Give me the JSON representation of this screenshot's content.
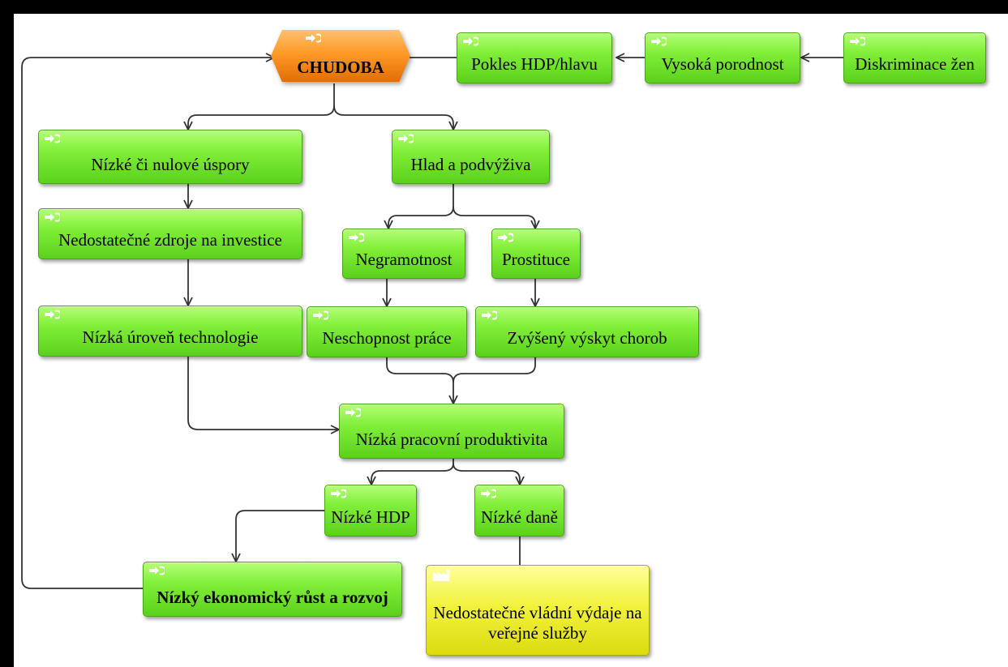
{
  "diagram": {
    "root": {
      "label": "CHUDOBA",
      "icon": "arrow-cycle-icon"
    },
    "nodes": [
      {
        "id": "pokles-hdp",
        "label": "Pokles HDP/hlavu",
        "icon": "arrow-cycle-icon"
      },
      {
        "id": "vysoka-porodnost",
        "label": "Vysoká porodnost",
        "icon": "arrow-cycle-icon"
      },
      {
        "id": "diskriminace-zen",
        "label": "Diskriminace žen",
        "icon": "arrow-cycle-icon"
      },
      {
        "id": "nizke-uspory",
        "label": "Nízké či nulové úspory",
        "icon": "arrow-cycle-icon"
      },
      {
        "id": "hlad",
        "label": "Hlad a podvýživa",
        "icon": "arrow-cycle-icon"
      },
      {
        "id": "nedostatecne-zdroje",
        "label": "Nedostatečné zdroje na investice",
        "icon": "arrow-cycle-icon"
      },
      {
        "id": "negramotnost",
        "label": "Negramotnost",
        "icon": "arrow-cycle-icon"
      },
      {
        "id": "prostituce",
        "label": "Prostituce",
        "icon": "arrow-cycle-icon"
      },
      {
        "id": "nizka-uroven",
        "label": "Nízká úroveň technologie",
        "icon": "arrow-cycle-icon"
      },
      {
        "id": "neschopnost",
        "label": "Neschopnost práce",
        "icon": "arrow-cycle-icon"
      },
      {
        "id": "choroby",
        "label": "Zvýšený výskyt chorob",
        "icon": "arrow-cycle-icon"
      },
      {
        "id": "produktivita",
        "label": "Nízká pracovní produktivita",
        "icon": "arrow-cycle-icon"
      },
      {
        "id": "nizke-hdp",
        "label": "Nízké HDP",
        "icon": "arrow-cycle-icon"
      },
      {
        "id": "nizke-dane",
        "label": "Nízké daně",
        "icon": "arrow-cycle-icon"
      },
      {
        "id": "ekonomicky-rust",
        "label": "Nízký ekonomický růst a rozvoj",
        "icon": "arrow-cycle-icon"
      },
      {
        "id": "vladni-vydaje",
        "label": "Nedostatečné vládní výdaje na veřejné služby",
        "icon": "factory-icon"
      }
    ],
    "edges": [
      {
        "from": "diskriminace-zen",
        "to": "vysoka-porodnost"
      },
      {
        "from": "vysoka-porodnost",
        "to": "pokles-hdp"
      },
      {
        "from": "pokles-hdp",
        "to": "root"
      },
      {
        "from": "root",
        "to": "nizke-uspory"
      },
      {
        "from": "root",
        "to": "hlad"
      },
      {
        "from": "nizke-uspory",
        "to": "nedostatecne-zdroje"
      },
      {
        "from": "nedostatecne-zdroje",
        "to": "nizka-uroven"
      },
      {
        "from": "hlad",
        "to": "negramotnost"
      },
      {
        "from": "hlad",
        "to": "prostituce"
      },
      {
        "from": "negramotnost",
        "to": "neschopnost"
      },
      {
        "from": "prostituce",
        "to": "choroby"
      },
      {
        "from": "nizka-uroven",
        "to": "produktivita"
      },
      {
        "from": "neschopnost",
        "to": "produktivita"
      },
      {
        "from": "choroby",
        "to": "produktivita"
      },
      {
        "from": "produktivita",
        "to": "nizke-hdp"
      },
      {
        "from": "produktivita",
        "to": "nizke-dane"
      },
      {
        "from": "nizke-hdp",
        "to": "ekonomicky-rust"
      },
      {
        "from": "nizke-dane",
        "to": "vladni-vydaje"
      },
      {
        "from": "ekonomicky-rust",
        "to": "root"
      }
    ],
    "colors": {
      "node": "#6fdf2c",
      "root": "#ff9a26",
      "highlight": "#eeee33",
      "edge": "#333333"
    }
  }
}
